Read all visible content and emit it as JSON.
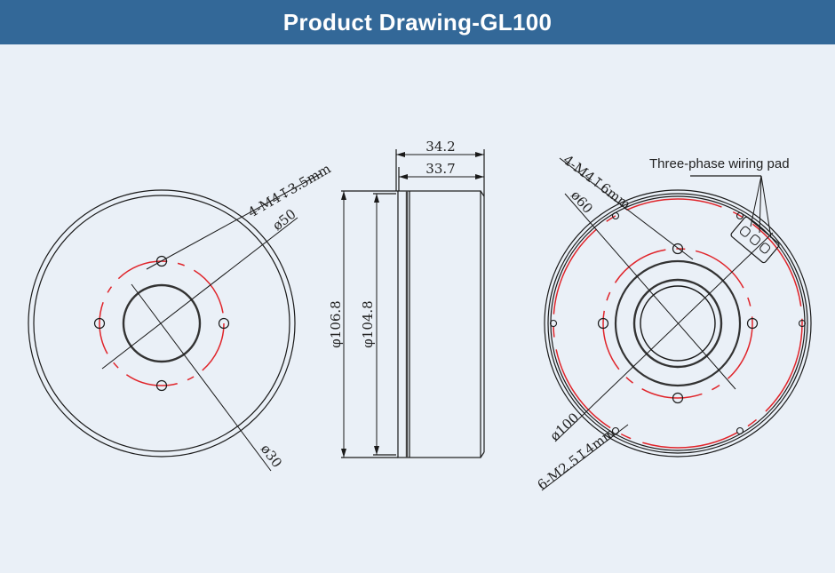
{
  "header": {
    "title": "Product Drawing-GL100",
    "background": "#336898"
  },
  "colors": {
    "line": "#1a1a1a",
    "centerline": "#e0242a",
    "background": "#eaf0f7"
  },
  "front_view": {
    "hole_callout": "4-M4↧3.5mm",
    "pcd_label": "ø50",
    "bore_label": "ø30"
  },
  "side_view": {
    "overall_length": "34.2",
    "body_length": "33.7",
    "outer_diameter": "φ106.8",
    "body_diameter": "φ104.8"
  },
  "rear_view": {
    "inner_hole_callout": "4-M4↧6mm",
    "inner_pcd_label": "ø60",
    "outer_pcd_label": "ø100",
    "outer_hole_callout": "6-M2.5↧4mm",
    "wiring_label": "Three-phase wiring pad"
  }
}
